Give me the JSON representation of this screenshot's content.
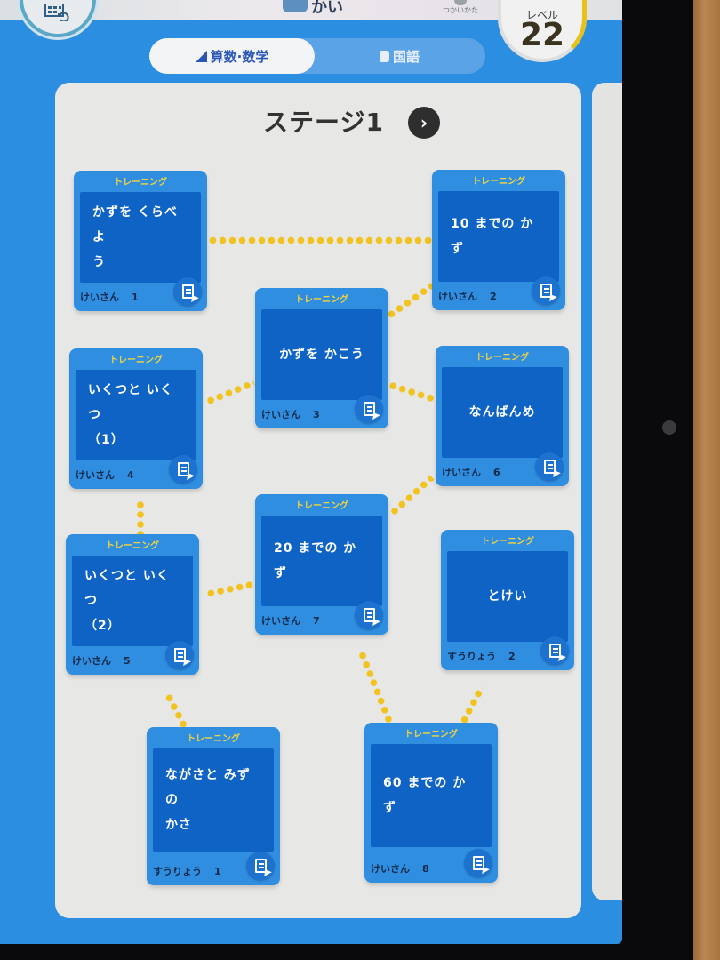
{
  "header": {
    "user_name": "かい",
    "help_label": "つかいかた",
    "level_label": "レベル",
    "level_value": "22",
    "level_ring_color": "#e6c21b"
  },
  "tabs": [
    {
      "label": "算数·数学",
      "icon": "triangle-ruler-icon",
      "active": true
    },
    {
      "label": "国語",
      "icon": "book-icon",
      "active": false
    }
  ],
  "stage": {
    "title": "ステージ1",
    "next_icon": "chevron-right-icon"
  },
  "cards": [
    {
      "tag": "トレーニング",
      "title": "かずを くらべよ\nう",
      "category": "けいさん",
      "number": "1"
    },
    {
      "tag": "トレーニング",
      "title": "10 までの か\nず",
      "category": "けいさん",
      "number": "2"
    },
    {
      "tag": "トレーニング",
      "title": "かずを かこう",
      "category": "けいさん",
      "number": "3"
    },
    {
      "tag": "トレーニング",
      "title": "いくつと いくつ\n（1）",
      "category": "けいさん",
      "number": "4"
    },
    {
      "tag": "トレーニング",
      "title": "なんばんめ",
      "category": "けいさん",
      "number": "6"
    },
    {
      "tag": "トレーニング",
      "title": "20 までの か\nず",
      "category": "けいさん",
      "number": "7"
    },
    {
      "tag": "トレーニング",
      "title": "いくつと いくつ\n（2）",
      "category": "けいさん",
      "number": "5"
    },
    {
      "tag": "トレーニング",
      "title": "とけい",
      "category": "すうりょう",
      "number": "2"
    },
    {
      "tag": "トレーニング",
      "title": "ながさと みずの\nかさ",
      "category": "すうりょう",
      "number": "1"
    },
    {
      "tag": "トレーニング",
      "title": "60 までの か\nず",
      "category": "けいさん",
      "number": "8"
    }
  ],
  "colors": {
    "screen_blue": "#2b8ee0",
    "card_blue": "#2f8ee0",
    "card_inner": "#0f63c5",
    "tag_yellow": "#f2d340",
    "path_yellow": "#f2c21e"
  }
}
